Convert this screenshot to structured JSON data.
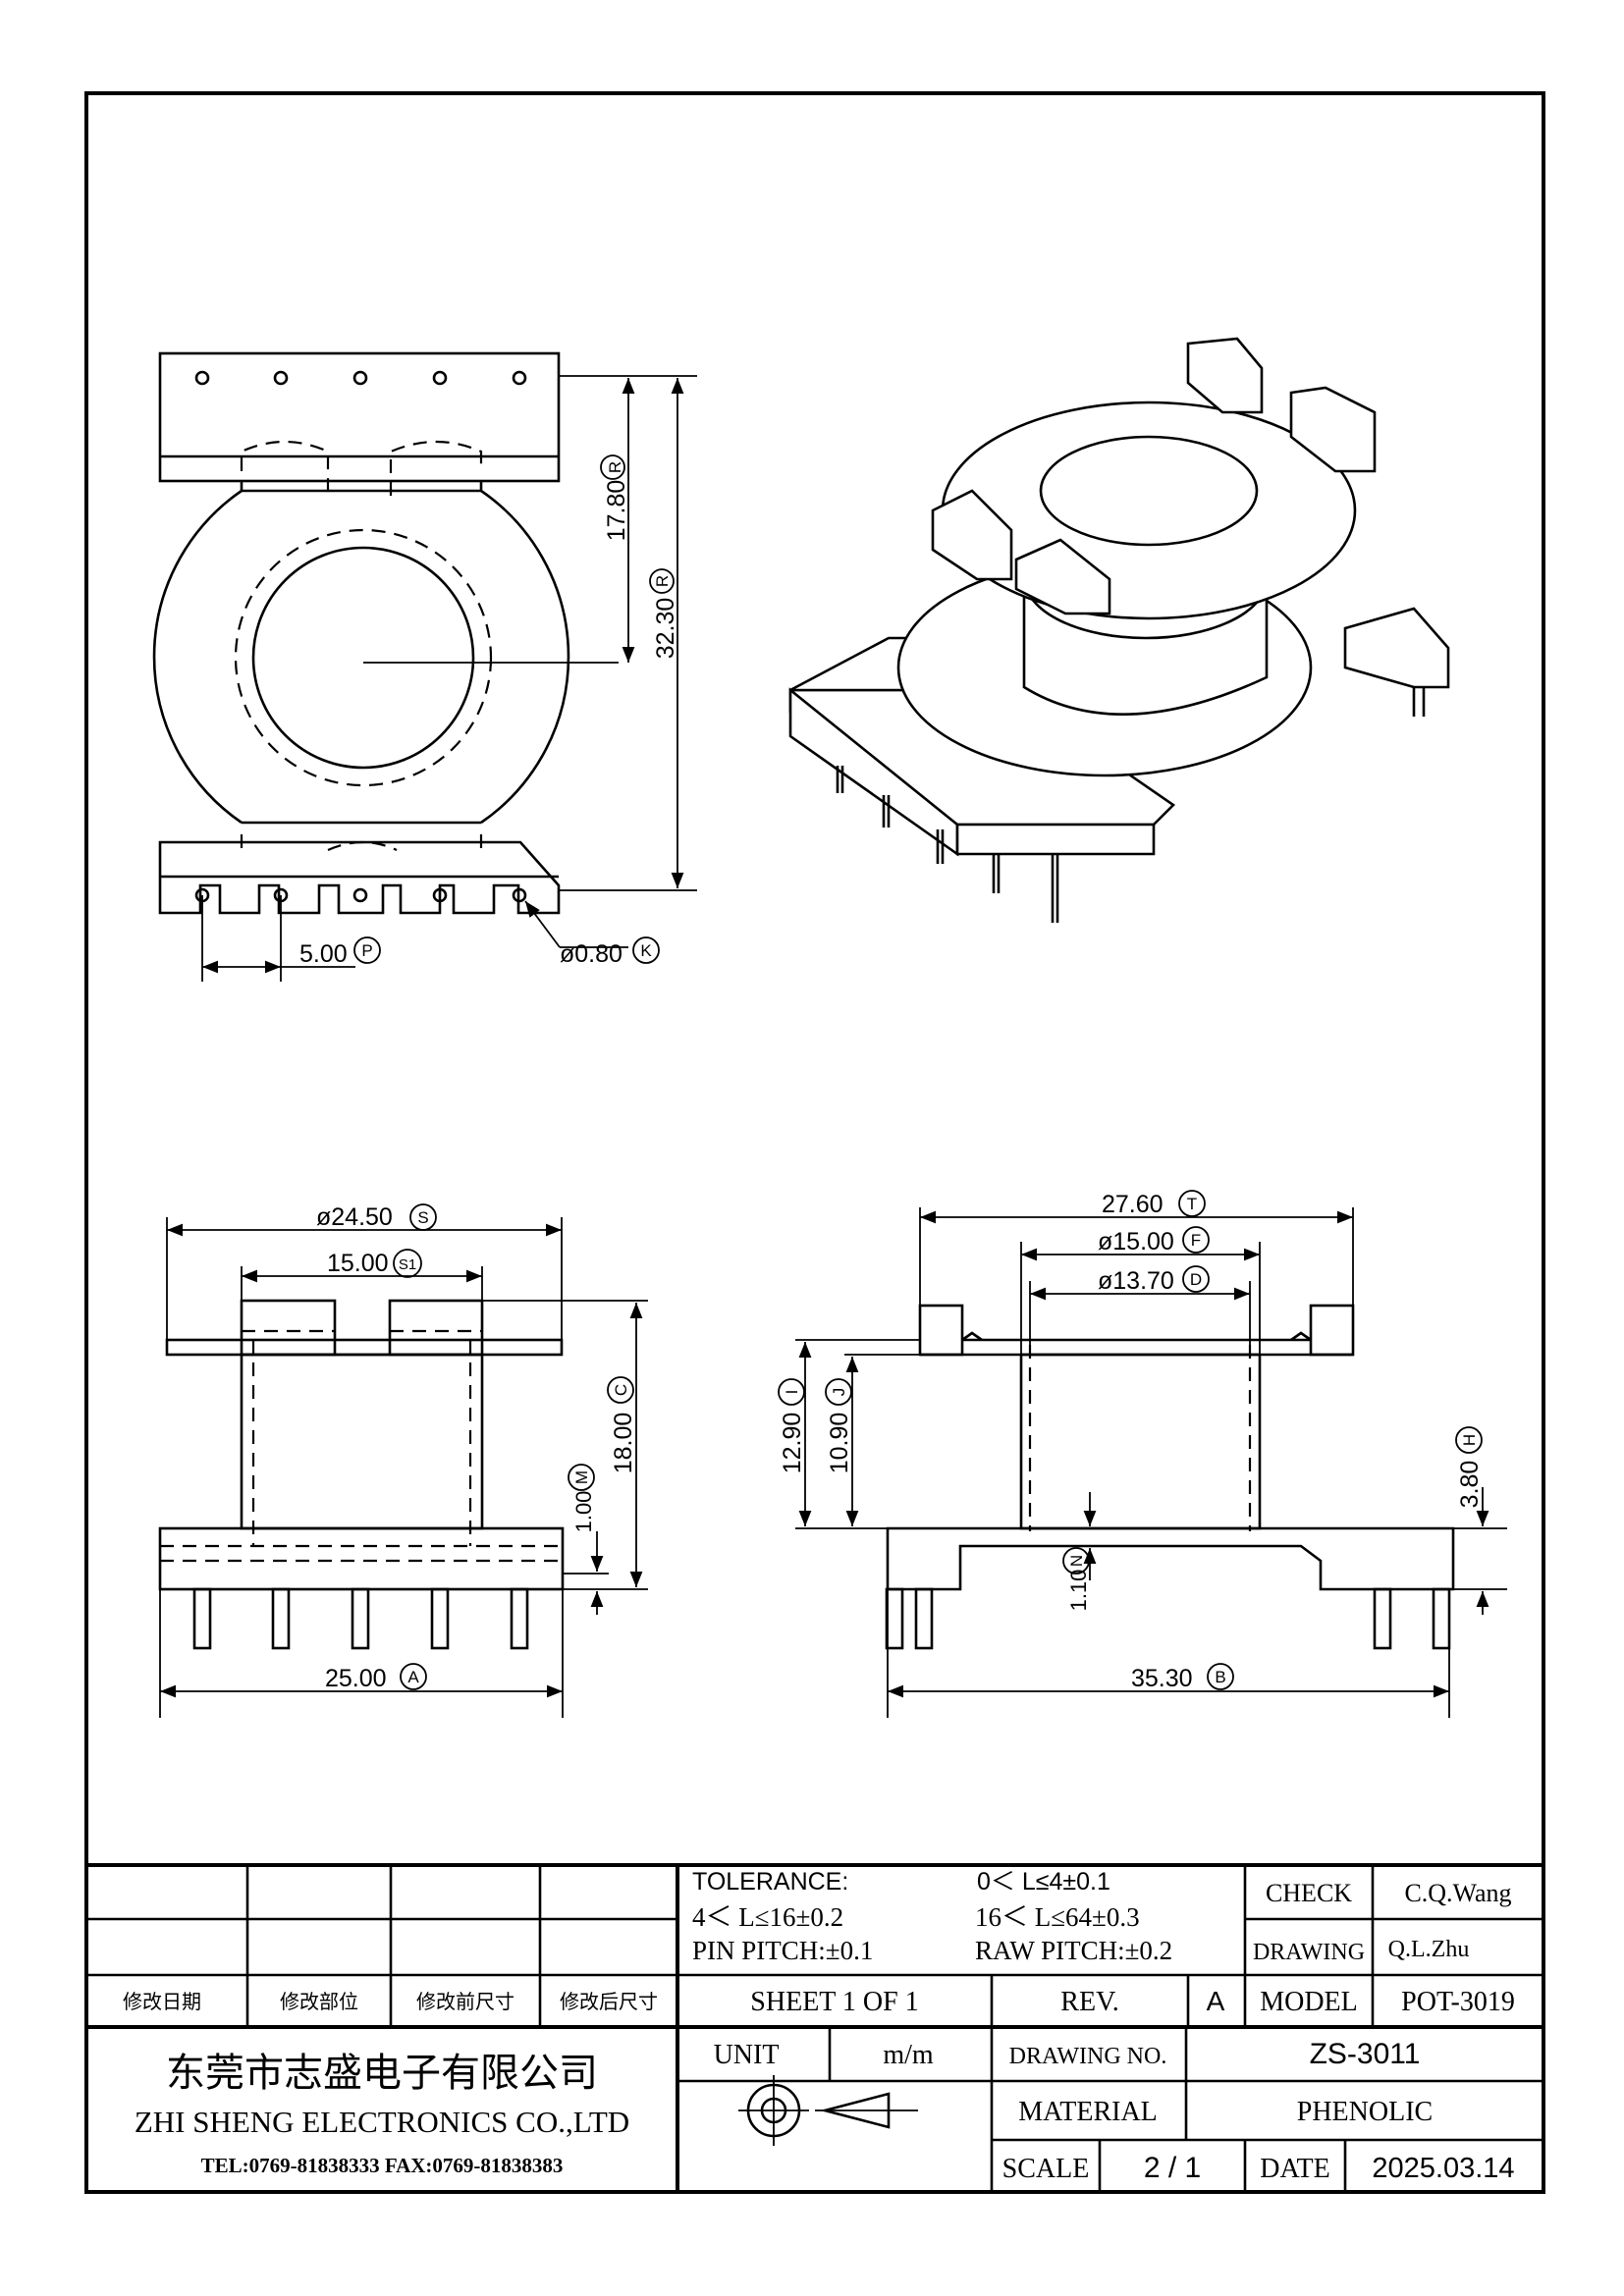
{
  "dimensions": {
    "top_height": "17.80",
    "top_height_tag": "R",
    "top_total": "32.30",
    "top_total_tag": "R",
    "pin_pitch": "5.00",
    "pin_pitch_tag": "P",
    "pin_dia": "ø0.80",
    "pin_dia_tag": "K",
    "flange_dia": "ø24.50",
    "flange_dia_tag": "S",
    "inner_width": "15.00",
    "inner_width_tag": "S1",
    "height": "18.00",
    "height_tag": "C",
    "base_thk": "1.00",
    "base_thk_tag": "M",
    "front_width": "25.00",
    "front_width_tag": "A",
    "side_width": "27.60",
    "side_width_tag": "T",
    "outer_dia": "ø15.00",
    "outer_dia_tag": "F",
    "inner_dia": "ø13.70",
    "inner_dia_tag": "D",
    "side_h1": "12.90",
    "side_h1_tag": "I",
    "side_h2": "10.90",
    "side_h2_tag": "J",
    "standoff": "3.80",
    "standoff_tag": "H",
    "wall": "1.10",
    "wall_tag": "N",
    "base_len": "35.30",
    "base_len_tag": "B"
  },
  "title_block": {
    "revision_headers": [
      "修改日期",
      "修改部位",
      "修改前尺寸",
      "修改后尺寸"
    ],
    "tolerance_label": "TOLERANCE:",
    "tol_1": "0＜ L≤4±0.1",
    "tol_2": "4＜ L≤16±0.2",
    "tol_3": "16＜ L≤64±0.3",
    "pin_pitch_tol": "PIN PITCH:±0.1",
    "raw_pitch_tol": "RAW PITCH:±0.2",
    "check_label": "CHECK",
    "check_value": "C.Q.Wang",
    "drawing_label": "DRAWING",
    "drawing_value": "Q.L.Zhu",
    "sheet": "SHEET 1 OF 1",
    "rev_label": "REV.",
    "rev_value": "A",
    "model_label": "MODEL",
    "model_value": "POT-3019",
    "company_cn": "东莞市志盛电子有限公司",
    "company_en": "ZHI SHENG ELECTRONICS CO.,LTD",
    "contact": "TEL:0769-81838333 FAX:0769-81838383",
    "unit_label": "UNIT",
    "unit_value": "m/m",
    "drawing_no_label": "DRAWING NO.",
    "drawing_no_value": "ZS-3011",
    "material_label": "MATERIAL",
    "material_value": "PHENOLIC",
    "scale_label": "SCALE",
    "scale_value": "2 / 1",
    "date_label": "DATE",
    "date_value": "2025.03.14"
  }
}
